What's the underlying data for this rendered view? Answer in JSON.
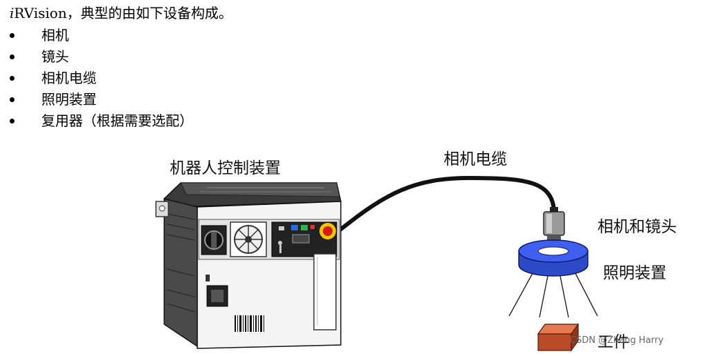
{
  "intro": {
    "italic_prefix": "i",
    "text": "RVision，典型的由如下设备构成。"
  },
  "devices": [
    "相机",
    "镜头",
    "相机电缆",
    "照明装置",
    "复用器（根据需要选配）"
  ],
  "figure": {
    "controller_label": "机器人控制装置",
    "cable_label": "相机电缆",
    "camera_lens_label": "相机和镜头",
    "lighting_label": "照明装置",
    "workpiece_label": "工件",
    "colors": {
      "light_ring": "#2f4fd8",
      "workpiece": "#b84a2a",
      "cable": "#111111"
    }
  },
  "watermark": "CSDN @Zhang Harry"
}
